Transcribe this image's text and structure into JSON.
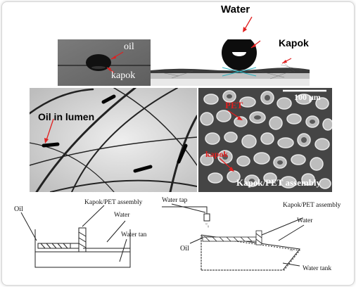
{
  "top": {
    "left_panel": {
      "label_oil": "oil",
      "label_kapok": "kapok"
    },
    "right_panel": {
      "label_water": "Water",
      "label_kapok": "Kapok"
    }
  },
  "middle": {
    "left_panel": {
      "label": "Oil in lumen"
    },
    "right_panel": {
      "scale": "100 μm",
      "label_pet": "PET",
      "label_kapok": "kapok",
      "caption": "Kapok/PET assembly"
    }
  },
  "bottom": {
    "left_diagram": {
      "oil": "Oil",
      "assembly": "Kapok/PET assembly",
      "water": "Water",
      "tank": "Water tan"
    },
    "right_diagram": {
      "tap": "Water tap",
      "assembly": "Kapok/PET assembly",
      "water": "Water",
      "oil": "Oil",
      "tank": "Water tank"
    }
  },
  "colors": {
    "annotation_red": "#e02020",
    "dark": "#111111"
  }
}
